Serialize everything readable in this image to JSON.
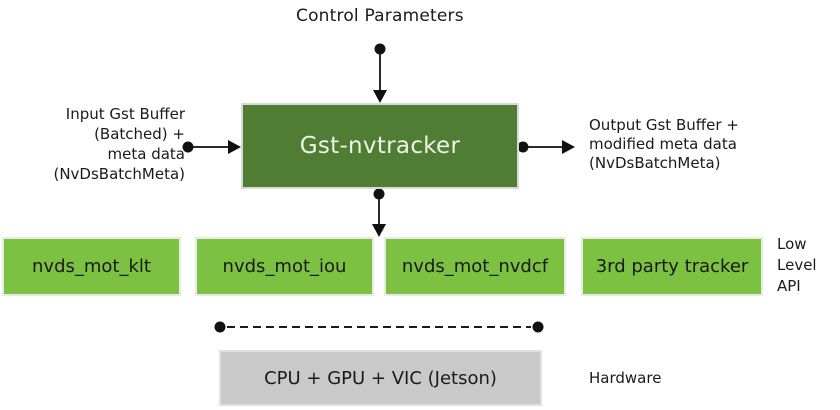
{
  "colors": {
    "dark_green": "#4e7d33",
    "light_green": "#7cc142",
    "gray_box": "#c9c9c9",
    "text": "#1a1a1a",
    "box_text_light": "#f1f1e8",
    "connector": "#2a2a2a"
  },
  "control_parameters_label": "Control Parameters",
  "main_box": {
    "label": "Gst-nvtracker"
  },
  "input_label": {
    "lines": [
      "Input Gst Buffer",
      "(Batched) +",
      "meta data",
      "(NvDsBatchMeta)"
    ]
  },
  "output_label": {
    "lines": [
      "Output Gst Buffer +",
      "modified meta data",
      "(NvDsBatchMeta)"
    ]
  },
  "low_level_boxes": [
    {
      "label": "nvds_mot_klt"
    },
    {
      "label": "nvds_mot_iou"
    },
    {
      "label": "nvds_mot_nvdcf"
    },
    {
      "label": "3rd party tracker"
    }
  ],
  "side_labels": {
    "low_level_api_lines": [
      "Low",
      "Level",
      "API"
    ],
    "hardware": "Hardware"
  },
  "hardware_box": {
    "label": "CPU + GPU + VIC (Jetson)"
  }
}
